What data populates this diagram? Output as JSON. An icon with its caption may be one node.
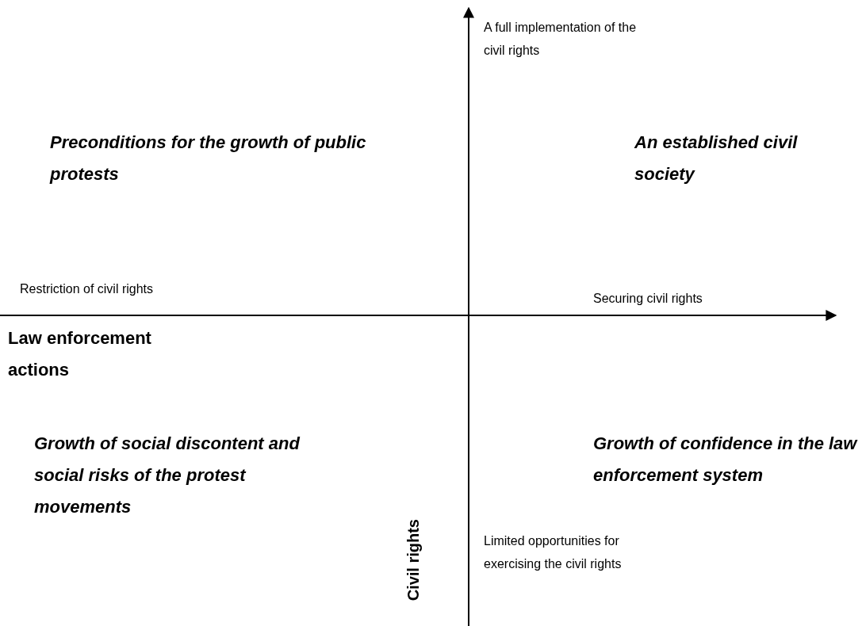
{
  "diagram": {
    "labels": [
      "A full implementation of the civil rights",
      "Preconditions for the growth of public protests",
      "An established civil society",
      "Restriction of civil rights",
      "Securing civil rights",
      "Law enforcement actions",
      "Growth of social discontent and social risks of the protest movements",
      "Growth of confidence in the law enforcement system",
      "Limited opportunities for exercising the civil rights",
      "Civil rights"
    ]
  }
}
